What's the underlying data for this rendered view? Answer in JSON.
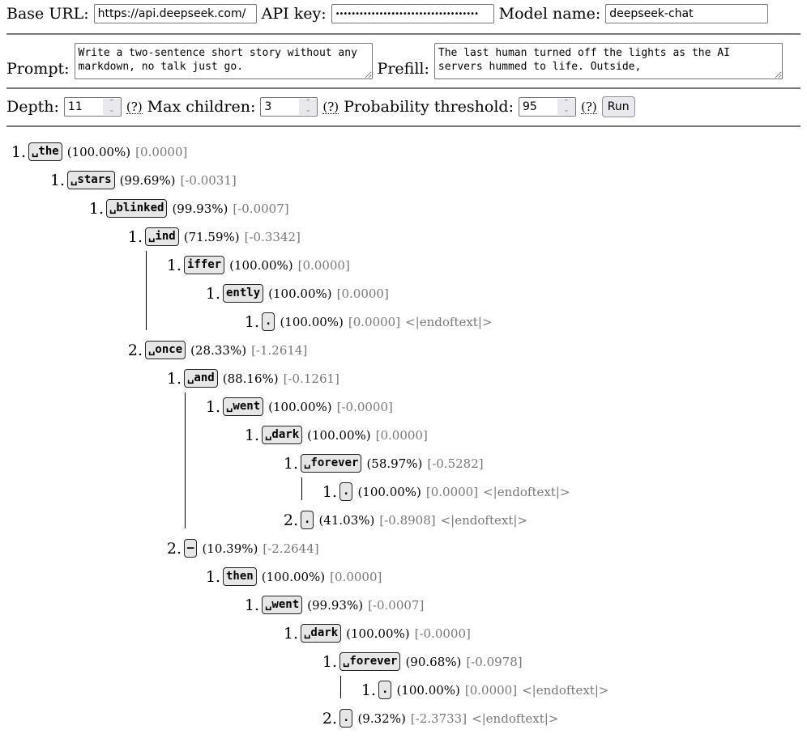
{
  "config": {
    "base_url_label": "Base URL:",
    "base_url": "https://api.deepseek.com/",
    "api_key_label": "API key:",
    "api_key": "••••••••••••••••••••••••••••••••••••",
    "model_label": "Model name:",
    "model": "deepseek-chat",
    "prompt_label": "Prompt:",
    "prompt": "Write a two-sentence short story without any markdown, no talk just go.",
    "prefill_label": "Prefill:",
    "prefill": "The last human turned off the lights as the AI servers hummed to life. Outside,",
    "depth_label": "Depth:",
    "depth": "11",
    "max_children_label": "Max children:",
    "max_children": "3",
    "threshold_label": "Probability threshold:",
    "threshold": "95",
    "help": "(?)",
    "run": "Run"
  },
  "tree": [
    {
      "n": "1.",
      "token": "␣the",
      "prob": "(100.00%)",
      "logprob": "[0.0000]",
      "children": [
        {
          "n": "1.",
          "token": "␣stars",
          "prob": "(99.69%)",
          "logprob": "[-0.0031]",
          "children": [
            {
              "n": "1.",
              "token": "␣blinked",
              "prob": "(99.93%)",
              "logprob": "[-0.0007]",
              "children": [
                {
                  "n": "1.",
                  "token": "␣ind",
                  "prob": "(71.59%)",
                  "logprob": "[-0.3342]",
                  "children": [
                    {
                      "n": "1.",
                      "token": "iffer",
                      "prob": "(100.00%)",
                      "logprob": "[0.0000]",
                      "children": [
                        {
                          "n": "1.",
                          "token": "ently",
                          "prob": "(100.00%)",
                          "logprob": "[0.0000]",
                          "children": [
                            {
                              "n": "1.",
                              "token": ".",
                              "prob": "(100.00%)",
                              "logprob": "[0.0000]",
                              "eot": "<|endoftext|>",
                              "children": []
                            }
                          ]
                        }
                      ]
                    }
                  ]
                },
                {
                  "n": "2.",
                  "token": "␣once",
                  "prob": "(28.33%)",
                  "logprob": "[-1.2614]",
                  "children": [
                    {
                      "n": "1.",
                      "token": "␣and",
                      "prob": "(88.16%)",
                      "logprob": "[-0.1261]",
                      "children": [
                        {
                          "n": "1.",
                          "token": "␣went",
                          "prob": "(100.00%)",
                          "logprob": "[-0.0000]",
                          "children": [
                            {
                              "n": "1.",
                              "token": "␣dark",
                              "prob": "(100.00%)",
                              "logprob": "[0.0000]",
                              "children": [
                                {
                                  "n": "1.",
                                  "token": "␣forever",
                                  "prob": "(58.97%)",
                                  "logprob": "[-0.5282]",
                                  "children": [
                                    {
                                      "n": "1.",
                                      "token": ".",
                                      "prob": "(100.00%)",
                                      "logprob": "[0.0000]",
                                      "eot": "<|endoftext|>",
                                      "children": []
                                    }
                                  ]
                                },
                                {
                                  "n": "2.",
                                  "token": ".",
                                  "prob": "(41.03%)",
                                  "logprob": "[-0.8908]",
                                  "eot": "<|endoftext|>",
                                  "children": []
                                }
                              ]
                            }
                          ]
                        }
                      ]
                    },
                    {
                      "n": "2.",
                      "token": "–",
                      "prob": "(10.39%)",
                      "logprob": "[-2.2644]",
                      "children": [
                        {
                          "n": "1.",
                          "token": "then",
                          "prob": "(100.00%)",
                          "logprob": "[0.0000]",
                          "children": [
                            {
                              "n": "1.",
                              "token": "␣went",
                              "prob": "(99.93%)",
                              "logprob": "[-0.0007]",
                              "children": [
                                {
                                  "n": "1.",
                                  "token": "␣dark",
                                  "prob": "(100.00%)",
                                  "logprob": "[-0.0000]",
                                  "children": [
                                    {
                                      "n": "1.",
                                      "token": "␣forever",
                                      "prob": "(90.68%)",
                                      "logprob": "[-0.0978]",
                                      "children": [
                                        {
                                          "n": "1.",
                                          "token": ".",
                                          "prob": "(100.00%)",
                                          "logprob": "[0.0000]",
                                          "eot": "<|endoftext|>",
                                          "children": []
                                        }
                                      ]
                                    },
                                    {
                                      "n": "2.",
                                      "token": ".",
                                      "prob": "(9.32%)",
                                      "logprob": "[-2.3733]",
                                      "eot": "<|endoftext|>",
                                      "children": []
                                    }
                                  ]
                                }
                              ]
                            }
                          ]
                        }
                      ]
                    }
                  ]
                }
              ]
            }
          ]
        }
      ]
    }
  ]
}
